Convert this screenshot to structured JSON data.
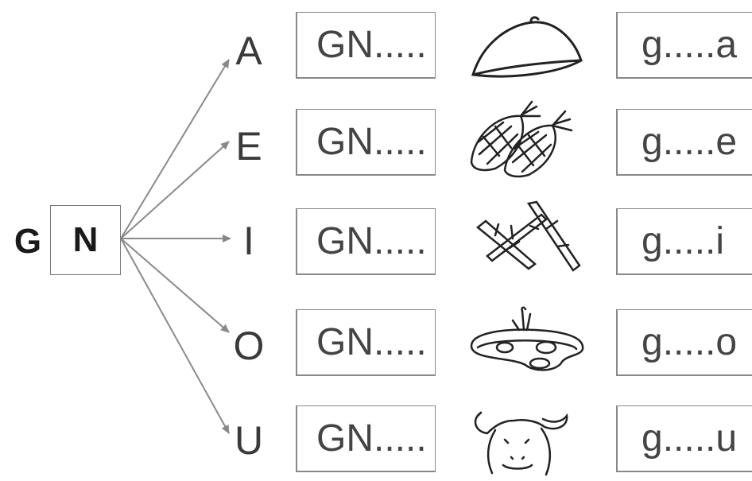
{
  "root": {
    "left_letter": "G",
    "boxed_letter": "N"
  },
  "rows": [
    {
      "vowel": "A",
      "word_box": "GN.....",
      "picture": "chestnut-icon",
      "answer": "g.....a"
    },
    {
      "vowel": "E",
      "word_box": "GN.....",
      "picture": "pinecones-icon",
      "answer": "g.....e"
    },
    {
      "vowel": "I",
      "word_box": "GN.....",
      "picture": "branches-icon",
      "answer": "g.....i"
    },
    {
      "vowel": "O",
      "word_box": "GN.....",
      "picture": "pond-icon",
      "answer": "g.....o"
    },
    {
      "vowel": "U",
      "word_box": "GN.....",
      "picture": "gnu-icon",
      "answer": "g.....u"
    }
  ]
}
